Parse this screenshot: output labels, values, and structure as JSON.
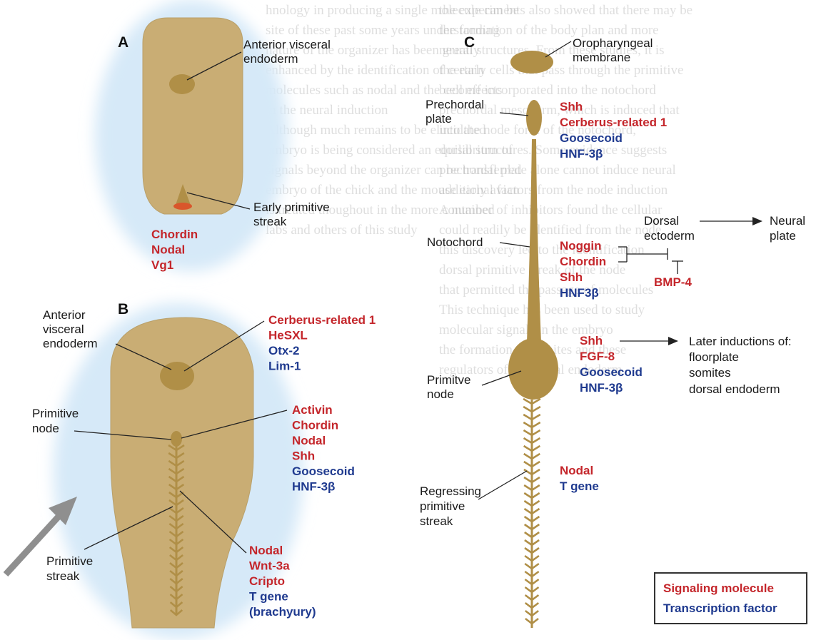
{
  "panels": {
    "a": "A",
    "b": "B",
    "c": "C"
  },
  "panel_a": {
    "label_ave_1": "Anterior visceral",
    "label_ave_2": "endoderm",
    "label_eps_1": "Early primitive",
    "label_eps_2": "streak",
    "genes": [
      {
        "name": "Chordin",
        "kind": "signaling"
      },
      {
        "name": "Nodal",
        "kind": "signaling"
      },
      {
        "name": "Vg1",
        "kind": "signaling"
      }
    ]
  },
  "panel_b": {
    "label_ave_1": "Anterior",
    "label_ave_2": "visceral",
    "label_ave_3": "endoderm",
    "label_node_1": "Primitive",
    "label_node_2": "node",
    "label_streak_1": "Primitive",
    "label_streak_2": "streak",
    "ave_genes": [
      {
        "name": "Cerberus-related 1",
        "kind": "signaling"
      },
      {
        "name": "HeSXL",
        "kind": "signaling"
      },
      {
        "name": "Otx-2",
        "kind": "transcription"
      },
      {
        "name": "Lim-1",
        "kind": "transcription"
      }
    ],
    "node_genes": [
      {
        "name": "Activin",
        "kind": "signaling"
      },
      {
        "name": "Chordin",
        "kind": "signaling"
      },
      {
        "name": "Nodal",
        "kind": "signaling"
      },
      {
        "name": "Shh",
        "kind": "signaling"
      },
      {
        "name": "Goosecoid",
        "kind": "transcription"
      },
      {
        "name": "HNF-3β",
        "kind": "transcription"
      }
    ],
    "streak_genes": [
      {
        "name": "Nodal",
        "kind": "signaling"
      },
      {
        "name": "Wnt-3a",
        "kind": "signaling"
      },
      {
        "name": "Cripto",
        "kind": "signaling"
      },
      {
        "name": "T gene",
        "kind": "transcription"
      },
      {
        "name": "(brachyury)",
        "kind": "transcription"
      }
    ]
  },
  "panel_c": {
    "label_orm_1": "Oropharyngeal",
    "label_orm_2": "membrane",
    "label_pcp_1": "Prechordal",
    "label_pcp_2": "plate",
    "label_notochord": "Notochord",
    "label_node_1": "Primitve",
    "label_node_2": "node",
    "label_rps_1": "Regressing",
    "label_rps_2": "primitive",
    "label_rps_3": "streak",
    "label_de_1": "Dorsal",
    "label_de_2": "ectoderm",
    "label_np_1": "Neural",
    "label_np_2": "plate",
    "label_later_1": "Later inductions of:",
    "label_later_2": "floorplate",
    "label_later_3": "somites",
    "label_later_4": "dorsal endoderm",
    "bmp": "BMP-4",
    "prechordal_genes": [
      {
        "name": "Shh",
        "kind": "signaling"
      },
      {
        "name": "Cerberus-related 1",
        "kind": "signaling"
      },
      {
        "name": "Goosecoid",
        "kind": "transcription"
      },
      {
        "name": "HNF-3β",
        "kind": "transcription"
      }
    ],
    "notochord_genes": [
      {
        "name": "Noggin",
        "kind": "signaling"
      },
      {
        "name": "Chordin",
        "kind": "signaling"
      },
      {
        "name": "Shh",
        "kind": "signaling"
      },
      {
        "name": "HNF3β",
        "kind": "transcription"
      }
    ],
    "node_genes": [
      {
        "name": "Shh",
        "kind": "signaling"
      },
      {
        "name": "FGF-8",
        "kind": "signaling"
      },
      {
        "name": "Goosecoid",
        "kind": "transcription"
      },
      {
        "name": "HNF-3β",
        "kind": "transcription"
      }
    ],
    "streak_genes": [
      {
        "name": "Nodal",
        "kind": "signaling"
      },
      {
        "name": "T gene",
        "kind": "transcription"
      }
    ]
  },
  "legend": {
    "signaling": "Signaling molecule",
    "transcription": "Transcription factor"
  },
  "colors": {
    "signaling": "#c4262b",
    "transcription": "#1f3a8f",
    "tissue": "#c9ad74",
    "structure": "#b08f47",
    "halo": "#d6e9f8"
  },
  "background_lines": [
    "hnology in producing a single molecule can be",
    "site of these past some years understanding",
    "nature of the organizer has been greatly",
    "enhanced by the identification of certain",
    "molecules such as nodal and the cell effects",
    "in the neural induction",
    "Although much remains to be elucidated",
    "embryo is being considered an equilibrium of",
    "signals beyond the organizer can be transferred",
    "embryo of the chick and the mouse early avian",
    "is treated thoughout in the more contained",
    "labs and others of this study",
    "the experiments also showed that there may be",
    "the formation of the body plan and more",
    "neural structures. From these studies, it is",
    "the early cells that pass through the primitive",
    "become incorporated into the notochord",
    "prechordal mesoderm, which is induced that",
    "into the node form of the notochord,",
    "dorsal structures. Some evidence suggests",
    "prechordal plate alone cannot induce neural",
    "additional factors from the node induction",
    "A number of inhibitors found the cellular",
    "could readily be identified from the node",
    "this discovery led to the identification",
    "dorsal primitive streak of the node",
    "that permitted the passage of molecules",
    "This technique has been used to study",
    "molecular signals in the embryo",
    "the formation of somites and these",
    "regulators of the dorsal endoderm"
  ]
}
